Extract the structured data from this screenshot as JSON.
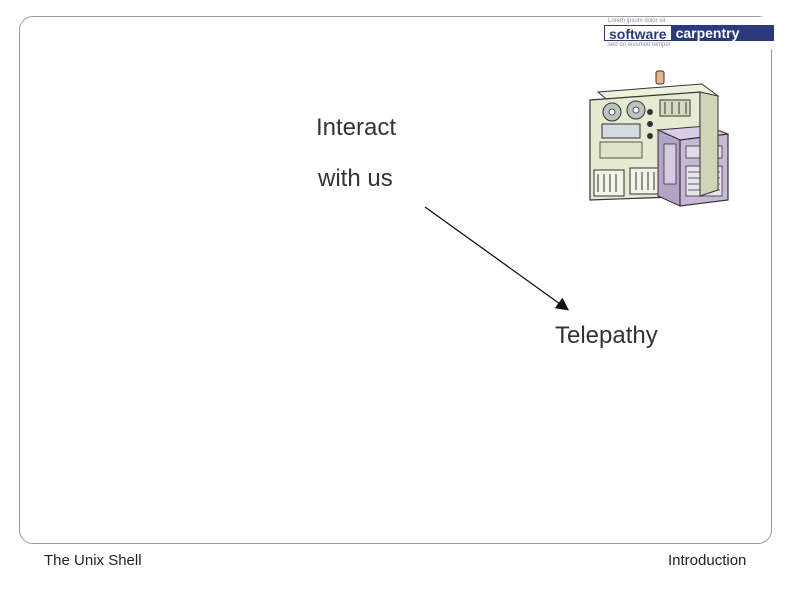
{
  "logo": {
    "top_text": "Lorem ipsum dolor sit",
    "word1": "software",
    "word2": "carpentry",
    "bottom_text": "sed do eiusmod tempor"
  },
  "slide": {
    "label_interact": "Interact",
    "label_with_us": "with us",
    "label_telepathy": "Telepathy"
  },
  "footer": {
    "left": "The Unix Shell",
    "right": "Introduction"
  },
  "colors": {
    "brand_navy": "#2b3a7a",
    "computer_body": "#e6ead0",
    "computer_panel": "#c7b9d6"
  },
  "icons": [
    "computer-illustration",
    "arrow"
  ]
}
